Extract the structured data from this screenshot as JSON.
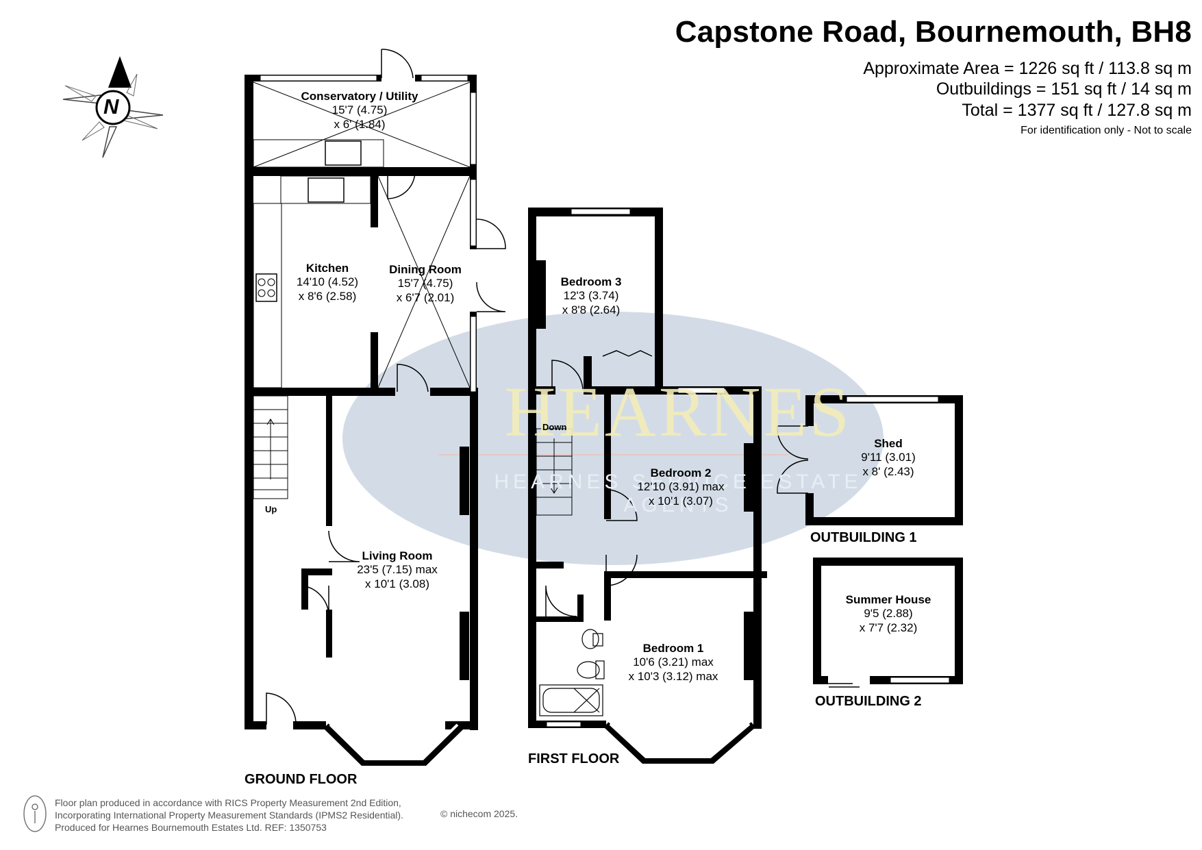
{
  "header": {
    "title": "Capstone Road, Bournemouth, BH8",
    "approx_area": "Approximate Area = 1226 sq ft / 113.8 sq m",
    "outbuildings": "Outbuildings = 151 sq ft / 14 sq m",
    "total": "Total = 1377 sq ft / 127.8 sq m",
    "note": "For identification only - Not to scale"
  },
  "compass": {
    "label": "N"
  },
  "watermark": {
    "brand": "HEARNES",
    "tagline": "HEARNES SERVICE ESTATE AGENTS"
  },
  "rooms": {
    "conservatory": {
      "name": "Conservatory /  Utility",
      "dim1": "15'7 (4.75)",
      "dim2": "x 6' (1.84)"
    },
    "kitchen": {
      "name": "Kitchen",
      "dim1": "14'10 (4.52)",
      "dim2": "x 8'6 (2.58)"
    },
    "dining": {
      "name": "Dining Room",
      "dim1": "15'7 (4.75)",
      "dim2": "x 6'7 (2.01)"
    },
    "living": {
      "name": "Living Room",
      "dim1": "23'5 (7.15) max",
      "dim2": "x 10'1 (3.08)"
    },
    "bedroom3": {
      "name": "Bedroom 3",
      "dim1": "12'3 (3.74)",
      "dim2": "x 8'8 (2.64)"
    },
    "bedroom2": {
      "name": "Bedroom 2",
      "dim1": "12'10 (3.91) max",
      "dim2": "x 10'1 (3.07)"
    },
    "bedroom1": {
      "name": "Bedroom 1",
      "dim1": "10'6 (3.21) max",
      "dim2": "x 10'3 (3.12) max"
    },
    "shed": {
      "name": "Shed",
      "dim1": "9'11 (3.01)",
      "dim2": "x 8' (2.43)"
    },
    "summer": {
      "name": "Summer House",
      "dim1": "9'5 (2.88)",
      "dim2": "x 7'7 (2.32)"
    }
  },
  "stairs": {
    "up": "Up",
    "down": "Down"
  },
  "floors": {
    "ground": "GROUND FLOOR",
    "first": "FIRST FLOOR",
    "outbuilding1": "OUTBUILDING 1",
    "outbuilding2": "OUTBUILDING 2"
  },
  "footer": {
    "line1": "Floor plan produced in accordance with RICS Property Measurement 2nd Edition,",
    "line2": "Incorporating International Property Measurement Standards (IPMS2 Residential).",
    "line3": "Produced for Hearnes Bournemouth Estates Ltd.   REF:   1350753",
    "copyright": "© nichecom 2025."
  },
  "colors": {
    "wall": "#000000",
    "watermark_ellipse": "#d3dce6",
    "watermark_text": "#f4edb8"
  }
}
